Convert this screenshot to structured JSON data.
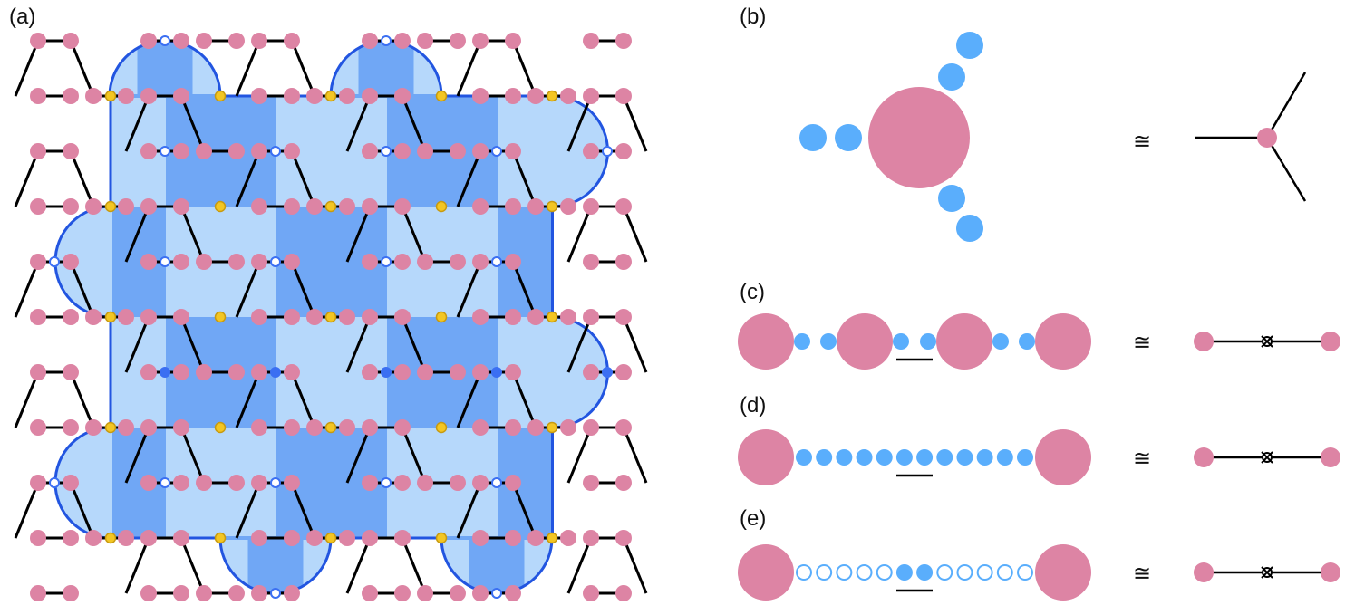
{
  "panels": {
    "a": "(a)",
    "b": "(b)",
    "c": "(c)",
    "d": "(d)",
    "e": "(e)"
  },
  "equiv_symbol": "≅",
  "colors": {
    "pink": "#dd84a4",
    "blue": "#5aaefc",
    "light_plaquette": "#b6d8fb",
    "dark_plaquette": "#70a7f5",
    "boundary": "#2255e0",
    "bond": "#000000",
    "yellow_site": "#f3c623",
    "blue_site": "#3b6ff2"
  },
  "chains": {
    "c": [
      "pink",
      "blue",
      "blue",
      "pink",
      "blue",
      "blue",
      "pink",
      "blue",
      "blue",
      "pink"
    ],
    "d": [
      "pink",
      "blue",
      "blue",
      "blue",
      "blue",
      "blue",
      "blue",
      "blue",
      "blue",
      "blue",
      "blue",
      "blue",
      "blue",
      "pink"
    ],
    "e": [
      "pink",
      "open",
      "open",
      "open",
      "open",
      "open",
      "blue",
      "blue",
      "open",
      "open",
      "open",
      "open",
      "open",
      "pink"
    ]
  }
}
